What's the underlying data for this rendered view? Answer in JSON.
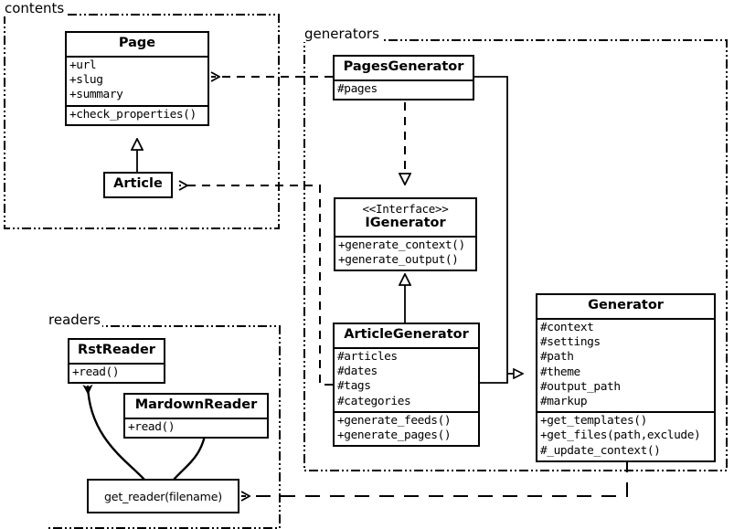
{
  "diagram": {
    "type": "uml-class-diagram",
    "title": "Pelican static site generator class diagram"
  },
  "packages": [
    {
      "id": "contents",
      "label": "contents"
    },
    {
      "id": "generators",
      "label": "generators"
    },
    {
      "id": "readers",
      "label": "readers"
    }
  ],
  "classes": [
    {
      "id": "page",
      "package": "contents",
      "name": "Page",
      "stereotype": "",
      "attributes": [
        "+url",
        "+slug",
        "+summary"
      ],
      "operations": [
        "+check_properties()"
      ]
    },
    {
      "id": "article",
      "package": "contents",
      "name": "Article",
      "stereotype": "",
      "attributes": [],
      "operations": []
    },
    {
      "id": "pages_generator",
      "package": "generators",
      "name": "PagesGenerator",
      "stereotype": "",
      "attributes": [
        "#pages"
      ],
      "operations": []
    },
    {
      "id": "igenerator",
      "package": "generators",
      "name": "IGenerator",
      "stereotype": "<<Interface>>",
      "attributes": [],
      "operations": [
        "+generate_context()",
        "+generate_output()"
      ]
    },
    {
      "id": "article_generator",
      "package": "generators",
      "name": "ArticleGenerator",
      "stereotype": "",
      "attributes": [
        "#articles",
        "#dates",
        "#tags",
        "#categories"
      ],
      "operations": [
        "+generate_feeds()",
        "+generate_pages()"
      ]
    },
    {
      "id": "generator",
      "package": "generators",
      "name": "Generator",
      "stereotype": "",
      "attributes": [
        "#context",
        "#settings",
        "#path",
        "#theme",
        "#output_path",
        "#markup"
      ],
      "operations": [
        "+get_templates()",
        "+get_files(path,exclude)",
        "#_update_context()"
      ]
    },
    {
      "id": "rst_reader",
      "package": "readers",
      "name": "RstReader",
      "stereotype": "",
      "attributes": [],
      "operations": [
        "+read()"
      ]
    },
    {
      "id": "mardown_reader",
      "package": "readers",
      "name": "MardownReader",
      "stereotype": "",
      "attributes": [],
      "operations": [
        "+read()"
      ]
    }
  ],
  "functions": [
    {
      "id": "get_reader",
      "package": "readers",
      "label": "get_reader(filename)"
    }
  ],
  "relationships": [
    {
      "from": "article",
      "to": "page",
      "type": "generalization",
      "style": "solid"
    },
    {
      "from": "pages_generator",
      "to": "igenerator",
      "type": "realization",
      "style": "dashed"
    },
    {
      "from": "article_generator",
      "to": "igenerator",
      "type": "generalization",
      "style": "solid"
    },
    {
      "from": "pages_generator",
      "to": "generator",
      "type": "generalization",
      "style": "solid"
    },
    {
      "from": "article_generator",
      "to": "generator",
      "type": "generalization",
      "style": "solid"
    },
    {
      "from": "pages_generator",
      "to": "page",
      "type": "dependency",
      "style": "dashed"
    },
    {
      "from": "article_generator",
      "to": "article",
      "type": "dependency",
      "style": "dashed"
    },
    {
      "from": "generator",
      "to": "get_reader",
      "type": "dependency",
      "style": "dashed"
    },
    {
      "from": "get_reader",
      "to": "rst_reader",
      "type": "creates",
      "style": "curved"
    },
    {
      "from": "get_reader",
      "to": "mardown_reader",
      "type": "creates",
      "style": "curved"
    }
  ],
  "colors": {
    "stroke": "#000000",
    "fill": "#ffffff"
  }
}
